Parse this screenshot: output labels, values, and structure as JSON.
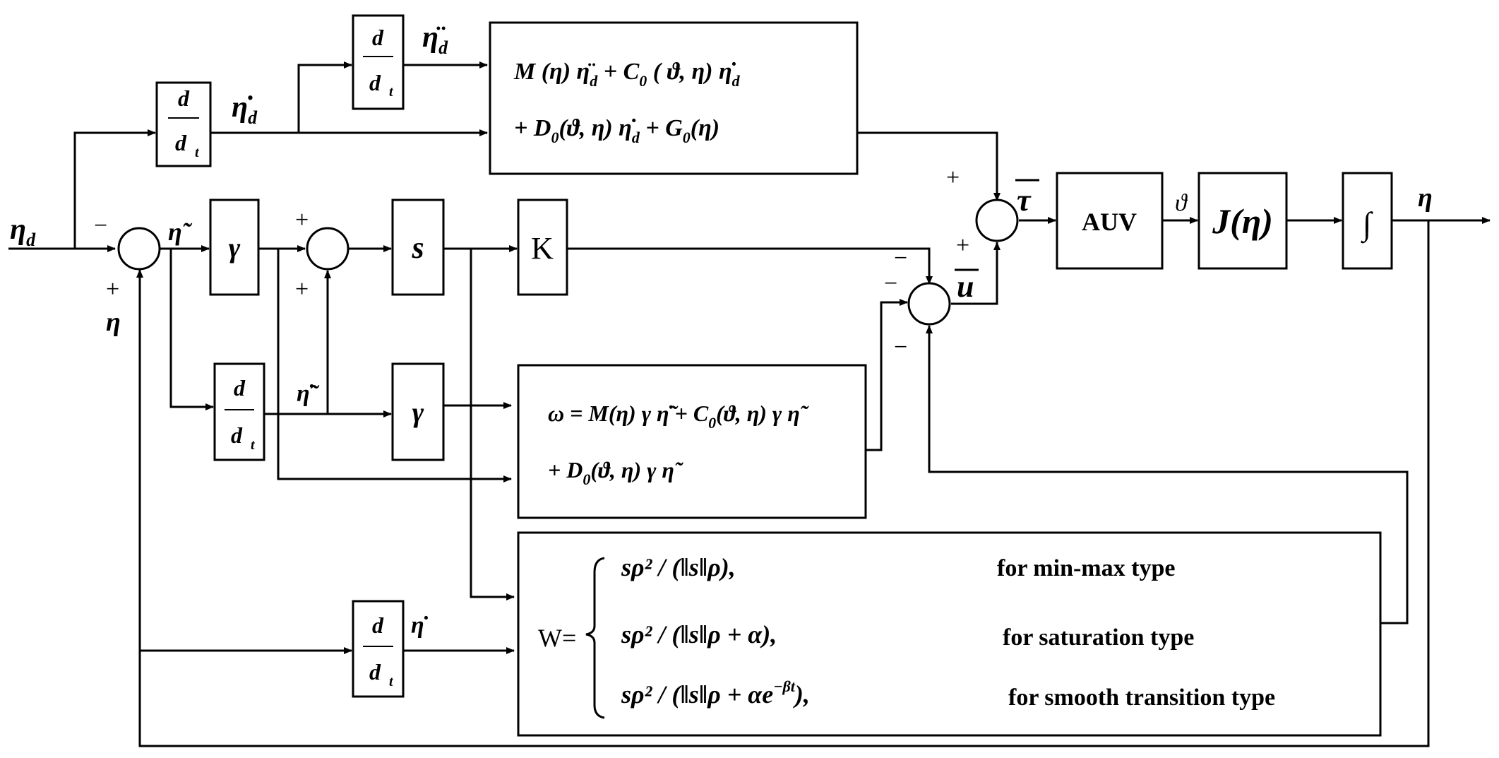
{
  "derivative_blocks": {
    "num": "d",
    "den": "d",
    "den_sub": "t"
  },
  "signals": {
    "eta_d": "η",
    "eta_d_sub": "d",
    "eta_d_dot": "η̇",
    "eta_d_dot_sub": "d",
    "eta_d_ddot": "η̈",
    "eta_d_ddot_sub": "d",
    "eta_tilde": "η̃",
    "eta_tilde_dot": "η̃̇",
    "eta_dot": "η̇",
    "eta_feedback": "η",
    "eta_out": "η",
    "tau_bar": "τ",
    "u_bar": "u",
    "vartheta": "ϑ"
  },
  "blocks": {
    "gamma_1": "γ",
    "gamma_2": "γ",
    "s": "s",
    "k": "K",
    "auv": "AUV",
    "jacobian": "J(η)",
    "integrator": "∫"
  },
  "signs": {
    "sum1_ref": "−",
    "sum1_fb": "+",
    "sum2_a": "+",
    "sum2_b": "+",
    "sum3_k": "−",
    "sum3_omega": "−",
    "sum3_w": "−",
    "sum4_ff": "+",
    "sum4_u": "+"
  },
  "feedforward": {
    "line1_a": "M (η) η̈",
    "line1_a_sub": "d",
    "line1_b": " + C",
    "line1_b_sub": "0",
    "line1_c": " ( ϑ, η) η̇",
    "line1_c_sub": "d",
    "line2_a": "+ D",
    "line2_a_sub": "0",
    "line2_b": "(ϑ, η) η̇",
    "line2_b_sub": "d",
    "line2_c": " + G",
    "line2_c_sub": "0",
    "line2_d": "(η)"
  },
  "omega_block": {
    "line1_a": "ω = M(η) γ η̃̇ + C",
    "line1_a_sub": "0",
    "line1_b": "(ϑ,  η) γ η̃",
    "line2_a": "+ D",
    "line2_a_sub": "0",
    "line2_b": "(ϑ,  η) γ η̃"
  },
  "w_block": {
    "lhs": "W=",
    "case1_expr": "sρ² / (‖s‖ρ),",
    "case1_label": "for min-max type",
    "case2_expr": "sρ² / (‖s‖ρ + α),",
    "case2_label": "for saturation type",
    "case3_expr": "sρ² / (‖s‖ρ + αe",
    "case3_exp": "−βt",
    "case3_close": "),",
    "case3_label": "for smooth transition type"
  }
}
